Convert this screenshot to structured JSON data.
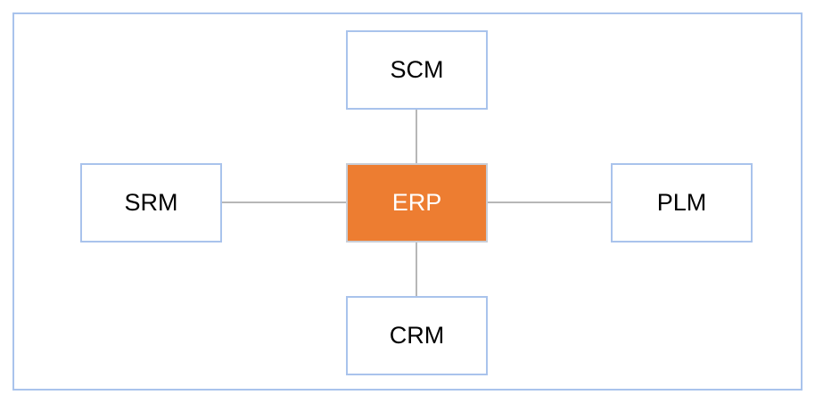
{
  "diagram": {
    "center": {
      "label": "ERP",
      "color": "#ed7d31"
    },
    "top": {
      "label": "SCM"
    },
    "left": {
      "label": "SRM"
    },
    "right": {
      "label": "PLM"
    },
    "bottom": {
      "label": "CRM"
    },
    "node_border_color": "#a9c3ec",
    "connector_color": "#b7b7b7"
  }
}
